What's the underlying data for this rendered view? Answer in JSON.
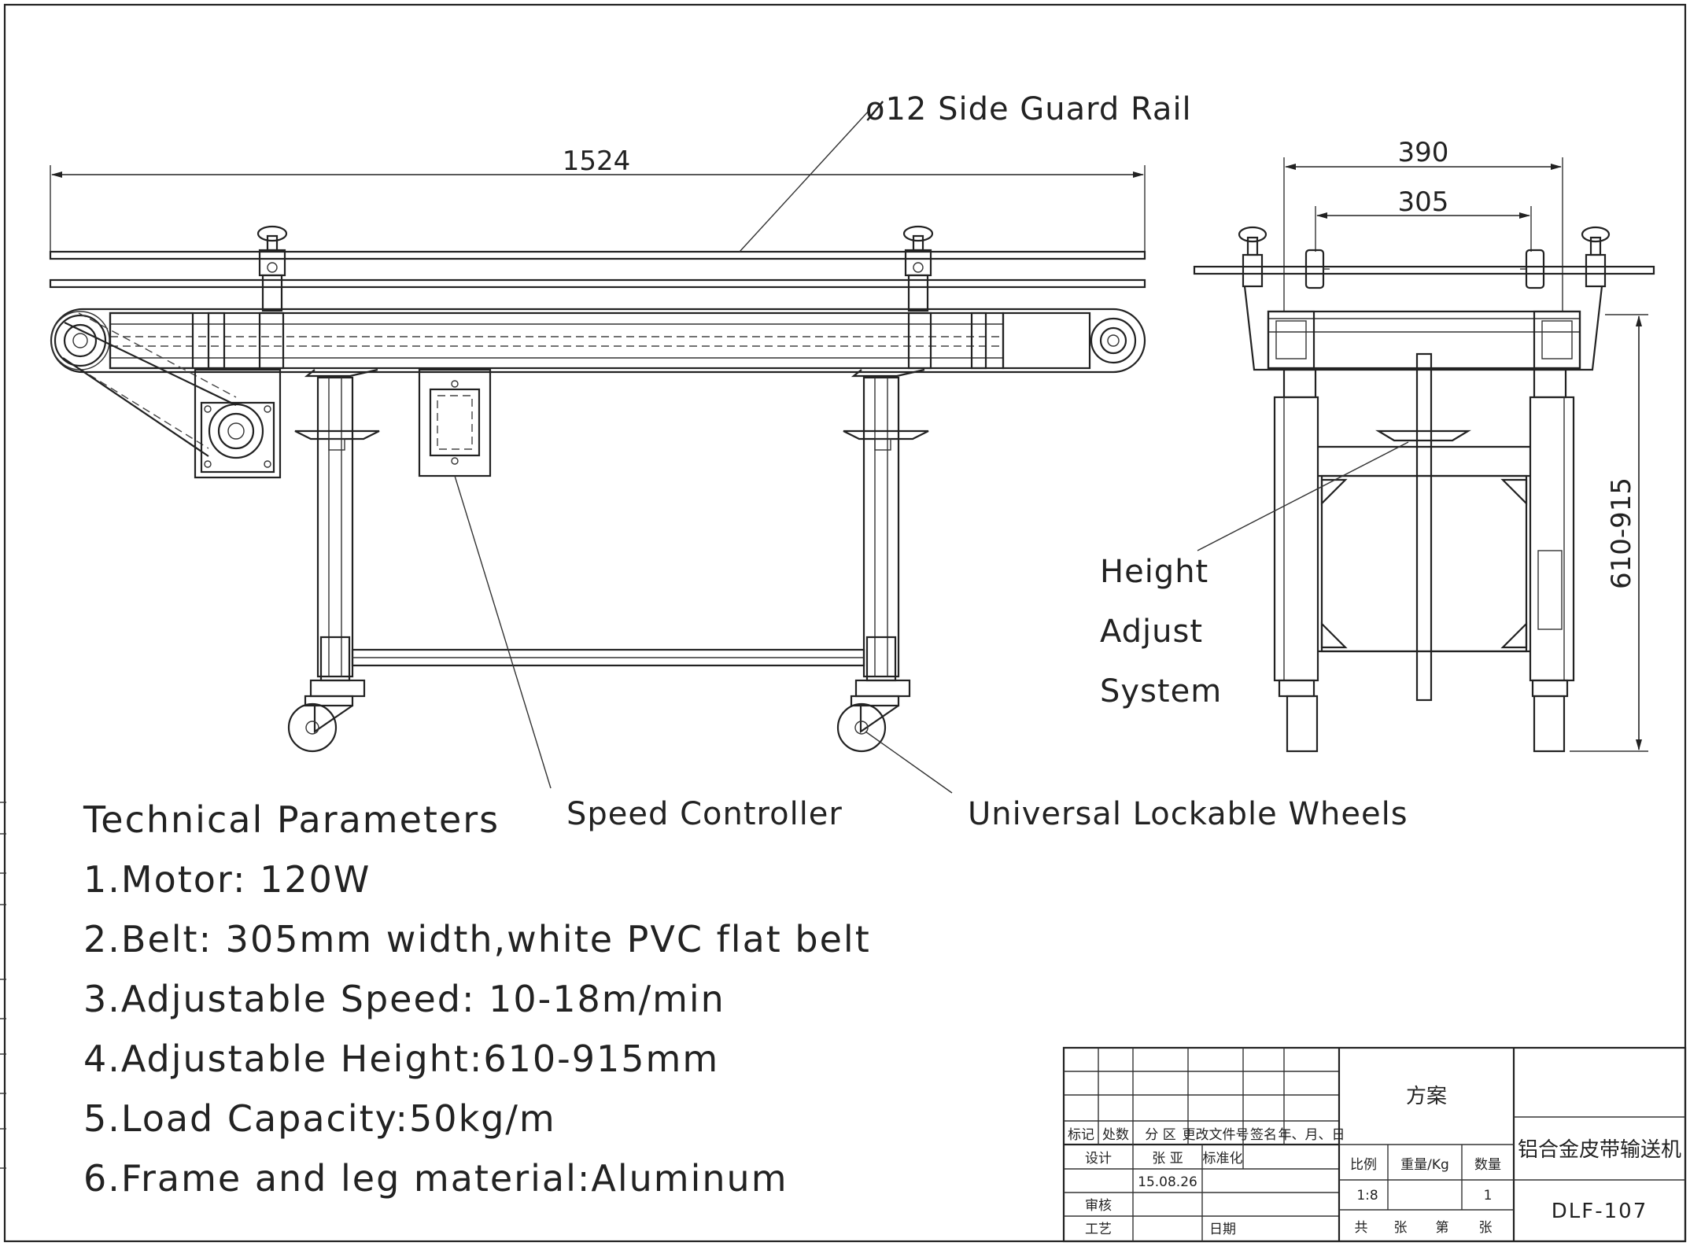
{
  "labels": {
    "guard_rail": "ø12 Side Guard Rail",
    "speed_controller": "Speed Controller",
    "wheels": "Universal Lockable Wheels",
    "height_adjust": [
      "Height",
      "Adjust",
      "System"
    ]
  },
  "dimensions": {
    "length": "1524",
    "width_outer": "390",
    "width_belt": "305",
    "height_range": "610-915"
  },
  "parameters": {
    "title": "Technical Parameters",
    "items": [
      "1.Motor: 120W",
      "2.Belt: 305mm width,white PVC flat belt",
      "3.Adjustable Speed: 10-18m/min",
      "4.Adjustable Height:610-915mm",
      "5.Load Capacity:50kg/m",
      "6.Frame and leg material:Aluminum"
    ]
  },
  "title_block": {
    "scheme": "方案",
    "row_headers": [
      "标记",
      "处数",
      "分 区",
      "更改文件号",
      "签名",
      "年、月、日"
    ],
    "design": "设计",
    "designer": "张 亚",
    "standardize": "标准化",
    "date": "15.08.26",
    "review": "审核",
    "process": "工艺",
    "date_label": "日期",
    "scale_label": "比例",
    "weight_label": "重量/Kg",
    "qty_label": "数量",
    "scale": "1:8",
    "qty": "1",
    "sheets": [
      "共",
      "张",
      "第",
      "张"
    ],
    "product_name": "铝合金皮带输送机",
    "drawing_no": "DLF-107"
  }
}
